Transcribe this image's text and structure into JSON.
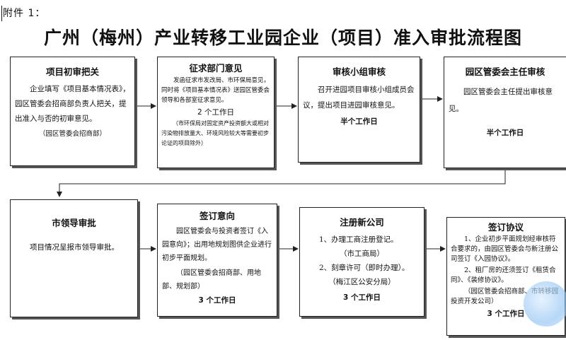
{
  "annex": "附件 1：",
  "title": "广州（梅州）产业转移工业园企业（项目）准入审批流程图",
  "boxes": {
    "b1": {
      "title": "项目初审把关",
      "body": "企业填写《项目基本情况表》，园区管委会招商部负责人把关，提出准入与否的初审意见。",
      "note": "（园区管委会招商部）"
    },
    "b2": {
      "title": "征求部门意见",
      "body": "发函征求市发改局、市环保局意见，同时将《项目基本情况表》送园区管委会领导和各部室征求意见。",
      "days": "2 个工作日",
      "note": "（市环保局对固定资产投资额大或相对污染物排放量大、环境风险较大等需要初步论证的项目除外）"
    },
    "b3": {
      "title": "审核小组审核",
      "body": "召开进园项目审核小组成员会议，提出项目进园审核意见。",
      "days": "半个工作日"
    },
    "b4": {
      "title": "园区管委会主任审核",
      "body": "园区管委会主任提出审核意见。",
      "days": "半个工作日"
    },
    "b5": {
      "title": "市领导审批",
      "body": "项目情况呈报市领导审批。"
    },
    "b6": {
      "title": "签订意向",
      "body": "园区管委会与投资者签订《入园意向》；出用地规划图供企业进行初步平面规划。",
      "note": "（园区管委会招商部、用地部、规划部）",
      "days": "3 个工作日"
    },
    "b7": {
      "title": "注册新公司",
      "item1": "1、办理工商注册登记。",
      "note1": "（市工商局）",
      "item2": "2、刻章许可（即时办理）。",
      "note2": "（梅江区公安分局）",
      "days": "3 个工作日"
    },
    "b8": {
      "title": "签订协议",
      "item1": "1、企业初步平面规划经审核符合要求的，由园区管委会与新注册公司签订《入园协议》。",
      "item2": "2、租厂房的还须签订《租赁合同》、《装修协议》。",
      "note": "（园区管委会招商部、市转移园投资开发公司）",
      "days": "3 个工作日"
    }
  }
}
